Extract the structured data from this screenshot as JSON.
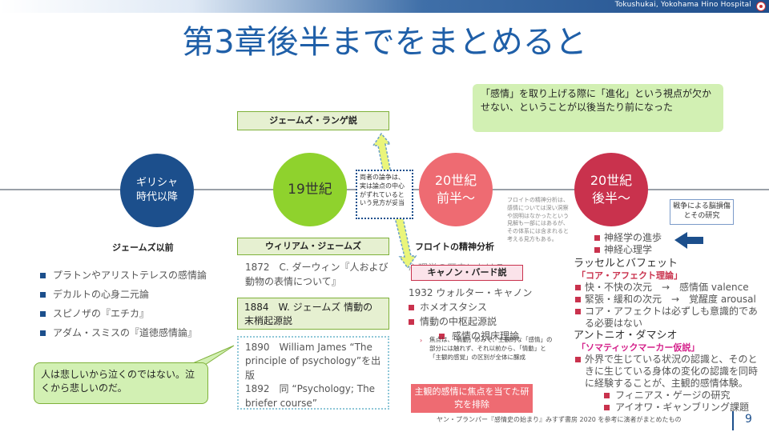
{
  "header": {
    "hospital": "Tokushukai, Yokohama Hino Hospital"
  },
  "title": "第3章後半までをまとめると",
  "timeline": {
    "greece": "ギリシャ\n時代以降",
    "c19": "19世紀",
    "c20a": "20世紀\n前半〜",
    "c20b": "20世紀\n後半〜"
  },
  "james_lange": "ジェームズ・ランゲ説",
  "william_james": "ウィリアム・ジェームズ",
  "james_before": "ジェームズ以前",
  "freud_head": "フロイトの精神分析",
  "note_green": "「感情」を取り上げる際に「進化」という視点が欠かせない、ということが以後当たり前になった",
  "dotted_note": "両者の論争は、実は論点の中心がずれているという見方が妥当",
  "freud_note": "フロイトの精神分析は、感情については深い洞察や説明はなかったという見解も一部にはあるが、その体系には含まれると考える見方もある。",
  "senso_box": "戦争による脳損傷とその研究",
  "darwin": "1872　C. ダーウィン『人および動物の表情について』",
  "james_box": "1884　W. ジェームズ 情動の末梢起源説",
  "psy_box": {
    "line1": "1890　William James “The principle of psychology”を出版",
    "line2": "1892　同 “Psychology; The briefer course”"
  },
  "left_list": [
    "プラトンやアリストテレスの感情論",
    "デカルトの心身二元論",
    "スピノザの『エチカ』",
    "アダム・スミスの『道徳感情論』"
  ],
  "bubble": "人は悲しいから泣くのではない。泣くから悲しいのだ。",
  "cannon_back": "心理学の歴史における",
  "cannon": "キャノン・バード説",
  "mid_list": {
    "year": "1932 ウォルター・キャノン",
    "items": [
      "ホメオスタシス",
      "情動の中枢起源説"
    ],
    "sub": "感情の視床理論",
    "small": "焦点は、「情動」のみで、主観的な「感情」の部分には触れず、それ以前から、「情動」と「主観的感覚」の区別が全体に醸成"
  },
  "subjective": "主観的感情に焦点を当てた研究を排除",
  "right_top": [
    "神経学の進歩",
    "神経心理学"
  ],
  "right_list": {
    "head1": "ラッセルとバフェット",
    "kw1": "「コア・アフェクト理論」",
    "items1": [
      "快・不快の次元　→　感情価 valence",
      "緊張・緩和の次元　→　覚醒度 arousal",
      "コア・アフェクトは必ずしも意識的である必要はない"
    ],
    "head2": "アントニオ・ダマシオ",
    "kw2": "「ソマティックマーカー仮説」",
    "item2": "外界で生じている状況の認識と、そのときに生じている身体の変化の認識を同時に経験することが、主観的感情体験。",
    "subs": [
      "フィニアス・ゲージの研究",
      "アイオワ・ギャンブリング課題"
    ]
  },
  "footer": "ヤン・プランパー『感情史の始まり』みすず書房 2020 を参考に演者がまとめたもの",
  "page_number": "9",
  "colors": {
    "navy": "#1c4f8c",
    "green": "#8fd22d",
    "pink": "#ee6b72",
    "crimson": "#c9324d",
    "title_blue": "#1f5fa8"
  }
}
